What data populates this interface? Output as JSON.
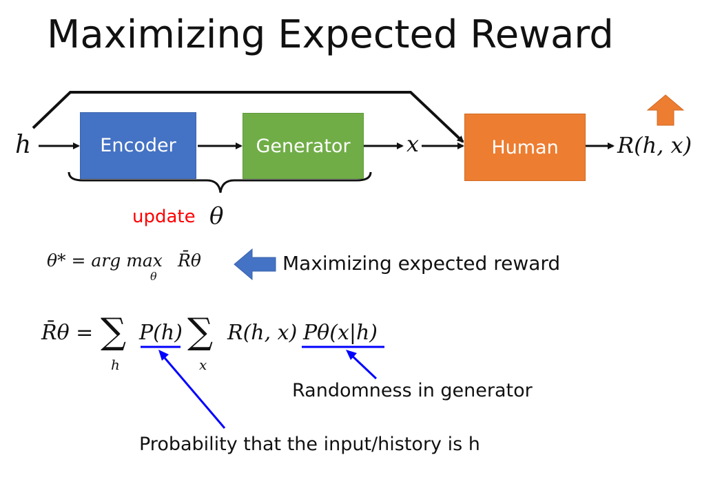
{
  "title": "Maximizing Expected Reward",
  "colors": {
    "encoder": "#4472C4",
    "generator": "#70AD47",
    "human": "#ED7D31",
    "update_text": "#FF0000",
    "annotation_lines": "#0000FF",
    "left_arrow": "#4472C4",
    "up_arrow": "#ED7D31"
  },
  "diagram": {
    "input_label": "h",
    "encoder_label": "Encoder",
    "generator_label": "Generator",
    "output_label": "x",
    "human_label": "Human",
    "reward_label": "R(h, x)",
    "update_label": "update",
    "theta_label": "θ",
    "up_arrow_icon": "up-arrow-icon"
  },
  "formula1": {
    "lhs": "θ* = arg max",
    "max_sub": "θ",
    "rhs": "R̄θ",
    "arrow_icon": "left-arrow-icon",
    "label": "Maximizing expected reward"
  },
  "formula2": {
    "lhs": "R̄θ =",
    "sum1_sub": "h",
    "term1": "P(h)",
    "sum2_sub": "x",
    "term2": "R(h, x)",
    "term3": "Pθ(x|h)"
  },
  "annotations": {
    "randomness": "Randomness in generator",
    "probability": "Probability that the input/history is h"
  }
}
